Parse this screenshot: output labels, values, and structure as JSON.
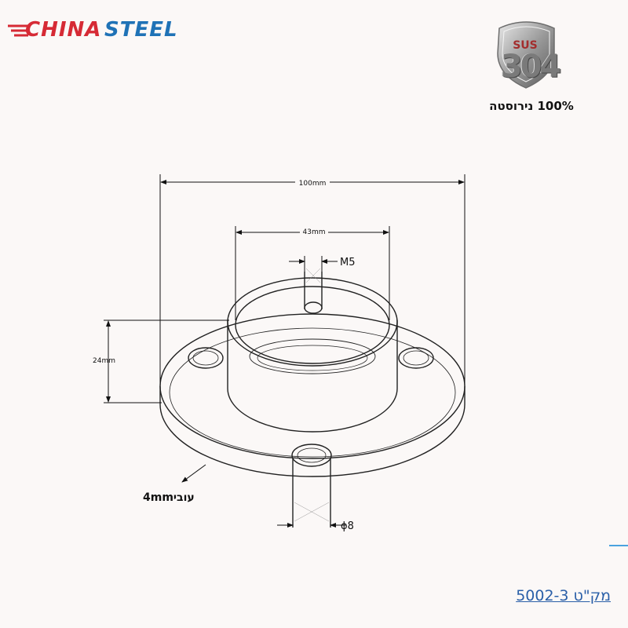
{
  "brand": {
    "word1": "CHINA",
    "word2": "STEEL",
    "red": "#d62a35",
    "blue": "#1f72b6"
  },
  "badge": {
    "icon": "shield-icon",
    "series": "SUS",
    "grade": "304"
  },
  "material_note": "100% נירוסטה",
  "dimensions": {
    "outer_diameter": "100mm",
    "tube_diameter": "43mm",
    "set_screw": "M5",
    "height": "24mm",
    "thickness": "4mmעובי",
    "hole_diameter": "ϕ8"
  },
  "sku": "מק\"ט 5002-3",
  "colors": {
    "link": "#2a5fa8",
    "line": "#111111",
    "accent": "#4aa3df"
  }
}
